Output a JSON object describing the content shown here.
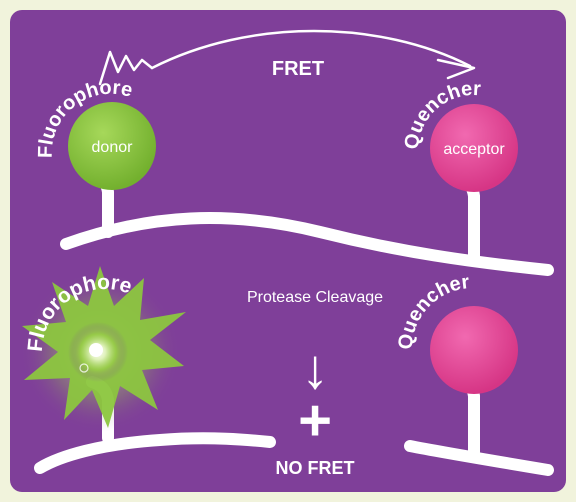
{
  "colors": {
    "background": "#f1f3dc",
    "panel": "#7f3f99",
    "strand": "#ffffff",
    "donor": "#8cc63f",
    "acceptor": "#e8479a"
  },
  "top": {
    "fret_label": "FRET",
    "fluorophore_label": "Fluorophore",
    "donor_label": "donor",
    "quencher_label": "Quencher",
    "acceptor_label": "acceptor"
  },
  "bottom": {
    "protease_label": "Protease Cleavage",
    "fluorophore_label": "Fluorophore",
    "quencher_label": "Quencher",
    "plus_symbol": "+",
    "down_arrow": "↓",
    "no_fret_label": "NO FRET"
  },
  "icons": {
    "emission": "zigzag-arrow-icon",
    "burst": "starburst-glow-icon"
  }
}
